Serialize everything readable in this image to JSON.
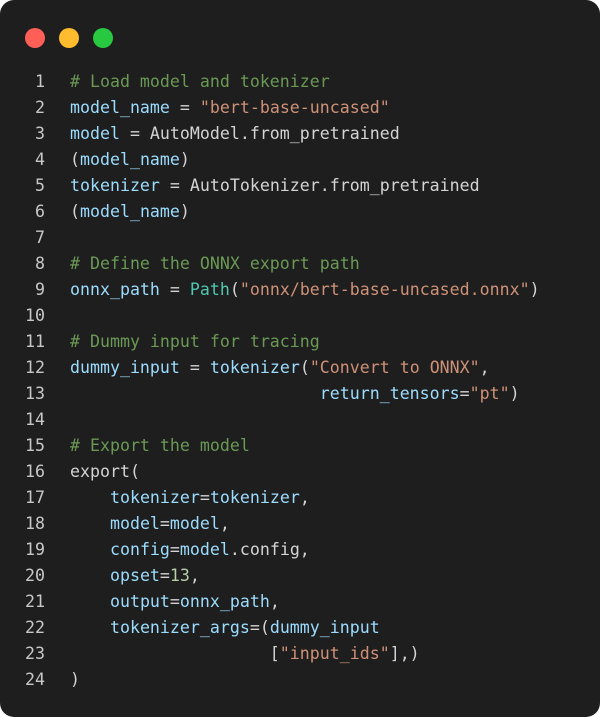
{
  "window": {
    "controls": [
      {
        "name": "close",
        "color": "#ff5f57"
      },
      {
        "name": "minimize",
        "color": "#febc2e"
      },
      {
        "name": "maximize",
        "color": "#28c840"
      }
    ]
  },
  "colors": {
    "background": "#1e1e1e",
    "comment": "#6a9955",
    "variable": "#9cdcfe",
    "plain": "#d4d4d4",
    "string": "#ce9178",
    "class": "#4ec9b0",
    "function": "#dcdcaa",
    "number": "#b5cea8",
    "line_number": "#c8c8c8"
  },
  "code": {
    "language": "python",
    "lines": [
      {
        "n": "1",
        "tokens": [
          {
            "t": "# Load model and tokenizer",
            "c": "comment"
          }
        ]
      },
      {
        "n": "2",
        "tokens": [
          {
            "t": "model_name",
            "c": "var"
          },
          {
            "t": " = ",
            "c": "plain"
          },
          {
            "t": "\"bert-base-uncased\"",
            "c": "string"
          }
        ]
      },
      {
        "n": "3",
        "tokens": [
          {
            "t": "model",
            "c": "var"
          },
          {
            "t": " = AutoModel.from_pretrained",
            "c": "plain"
          }
        ]
      },
      {
        "n": "4",
        "tokens": [
          {
            "t": "(",
            "c": "plain"
          },
          {
            "t": "model_name",
            "c": "var"
          },
          {
            "t": ")",
            "c": "plain"
          }
        ]
      },
      {
        "n": "5",
        "tokens": [
          {
            "t": "tokenizer",
            "c": "var"
          },
          {
            "t": " = AutoTokenizer.from_pretrained",
            "c": "plain"
          }
        ]
      },
      {
        "n": "6",
        "tokens": [
          {
            "t": "(",
            "c": "plain"
          },
          {
            "t": "model_name",
            "c": "var"
          },
          {
            "t": ")",
            "c": "plain"
          }
        ]
      },
      {
        "n": "7",
        "tokens": []
      },
      {
        "n": "8",
        "tokens": [
          {
            "t": "# Define the ONNX export path",
            "c": "comment"
          }
        ]
      },
      {
        "n": "9",
        "tokens": [
          {
            "t": "onnx_path",
            "c": "var"
          },
          {
            "t": " = ",
            "c": "plain"
          },
          {
            "t": "Path",
            "c": "class"
          },
          {
            "t": "(",
            "c": "plain"
          },
          {
            "t": "\"onnx/bert-base-uncased.onnx\"",
            "c": "string"
          },
          {
            "t": ")",
            "c": "plain"
          }
        ]
      },
      {
        "n": "10",
        "tokens": []
      },
      {
        "n": "11",
        "tokens": [
          {
            "t": "# Dummy input for tracing",
            "c": "comment"
          }
        ]
      },
      {
        "n": "12",
        "tokens": [
          {
            "t": "dummy_input",
            "c": "var"
          },
          {
            "t": " = ",
            "c": "plain"
          },
          {
            "t": "tokenizer",
            "c": "var"
          },
          {
            "t": "(",
            "c": "plain"
          },
          {
            "t": "\"Convert to ONNX\"",
            "c": "string"
          },
          {
            "t": ",",
            "c": "plain"
          }
        ]
      },
      {
        "n": "13",
        "tokens": [
          {
            "t": "                         ",
            "c": "plain"
          },
          {
            "t": "return_tensors",
            "c": "var"
          },
          {
            "t": "=",
            "c": "plain"
          },
          {
            "t": "\"pt\"",
            "c": "string"
          },
          {
            "t": ")",
            "c": "plain"
          }
        ]
      },
      {
        "n": "14",
        "tokens": []
      },
      {
        "n": "15",
        "tokens": [
          {
            "t": "# Export the model",
            "c": "comment"
          }
        ]
      },
      {
        "n": "16",
        "tokens": [
          {
            "t": "export(",
            "c": "plain"
          }
        ]
      },
      {
        "n": "17",
        "tokens": [
          {
            "t": "    ",
            "c": "plain"
          },
          {
            "t": "tokenizer",
            "c": "var"
          },
          {
            "t": "=",
            "c": "plain"
          },
          {
            "t": "tokenizer",
            "c": "var"
          },
          {
            "t": ",",
            "c": "plain"
          }
        ]
      },
      {
        "n": "18",
        "tokens": [
          {
            "t": "    ",
            "c": "plain"
          },
          {
            "t": "model",
            "c": "var"
          },
          {
            "t": "=",
            "c": "plain"
          },
          {
            "t": "model",
            "c": "var"
          },
          {
            "t": ",",
            "c": "plain"
          }
        ]
      },
      {
        "n": "19",
        "tokens": [
          {
            "t": "    ",
            "c": "plain"
          },
          {
            "t": "config",
            "c": "var"
          },
          {
            "t": "=",
            "c": "plain"
          },
          {
            "t": "model",
            "c": "var"
          },
          {
            "t": ".config,",
            "c": "plain"
          }
        ]
      },
      {
        "n": "20",
        "tokens": [
          {
            "t": "    ",
            "c": "plain"
          },
          {
            "t": "opset",
            "c": "var"
          },
          {
            "t": "=",
            "c": "plain"
          },
          {
            "t": "13",
            "c": "number"
          },
          {
            "t": ",",
            "c": "plain"
          }
        ]
      },
      {
        "n": "21",
        "tokens": [
          {
            "t": "    ",
            "c": "plain"
          },
          {
            "t": "output",
            "c": "var"
          },
          {
            "t": "=",
            "c": "plain"
          },
          {
            "t": "onnx_path",
            "c": "var"
          },
          {
            "t": ",",
            "c": "plain"
          }
        ]
      },
      {
        "n": "22",
        "tokens": [
          {
            "t": "    ",
            "c": "plain"
          },
          {
            "t": "tokenizer_args",
            "c": "var"
          },
          {
            "t": "=(",
            "c": "plain"
          },
          {
            "t": "dummy_input",
            "c": "var"
          }
        ]
      },
      {
        "n": "23",
        "tokens": [
          {
            "t": "                    [",
            "c": "plain"
          },
          {
            "t": "\"input_ids\"",
            "c": "string"
          },
          {
            "t": "],)",
            "c": "plain"
          }
        ]
      },
      {
        "n": "24",
        "tokens": [
          {
            "t": ")",
            "c": "plain"
          }
        ]
      }
    ]
  }
}
